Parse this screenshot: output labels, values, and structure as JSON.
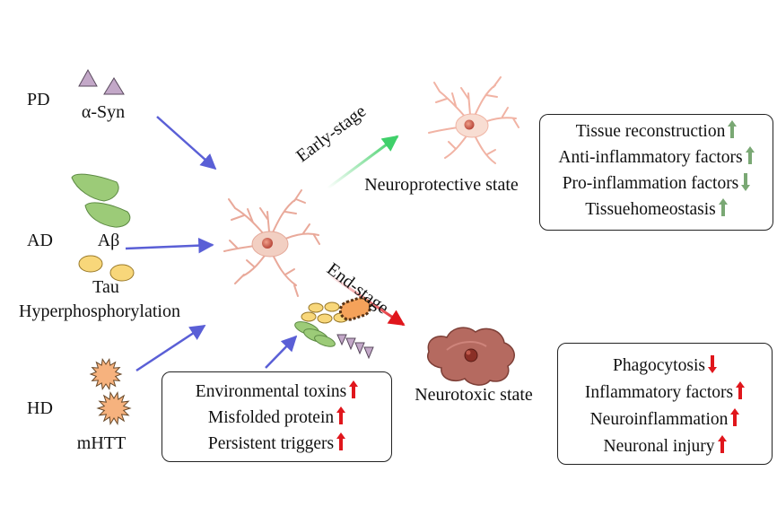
{
  "diseases": {
    "pd": {
      "label": "PD",
      "agent": "α-Syn"
    },
    "ad": {
      "label": "AD",
      "agent": "Aβ",
      "agent2": "Tau",
      "process": "Hyperphosphorylation"
    },
    "hd": {
      "label": "HD",
      "agent": "mHTT"
    }
  },
  "stages": {
    "early": "Early-stage",
    "end": "End-stage"
  },
  "states": {
    "protective": "Neuroprotective state",
    "toxic": "Neurotoxic state"
  },
  "protective_box": [
    {
      "text": "Tissue reconstruction",
      "direction": "up"
    },
    {
      "text": "Anti-inflammatory factors",
      "direction": "up"
    },
    {
      "text": "Pro-inflammation factors",
      "direction": "down"
    },
    {
      "text": "Tissuehomeostasis",
      "direction": "up"
    }
  ],
  "toxic_box": [
    {
      "text": "Phagocytosis",
      "direction": "down"
    },
    {
      "text": "Inflammatory factors",
      "direction": "up"
    },
    {
      "text": "Neuroinflammation",
      "direction": "up"
    },
    {
      "text": "Neuronal injury",
      "direction": "up"
    }
  ],
  "triggers_box": [
    {
      "text": "Environmental toxins",
      "direction": "up"
    },
    {
      "text": "Misfolded protein",
      "direction": "up"
    },
    {
      "text": "Persistent triggers",
      "direction": "up"
    }
  ],
  "colors": {
    "protective_arrow": "#7aa874",
    "toxic_arrow": "#e0161c",
    "pointer_arrow": "#5a5fd6",
    "alpha_syn": "#c3a8c8",
    "abeta": "#9ccb78",
    "tau": "#f8d77a",
    "mhtt": "#f6b27e",
    "microglia": "#f2cfc2",
    "toxic_cell": "#b56a60"
  }
}
